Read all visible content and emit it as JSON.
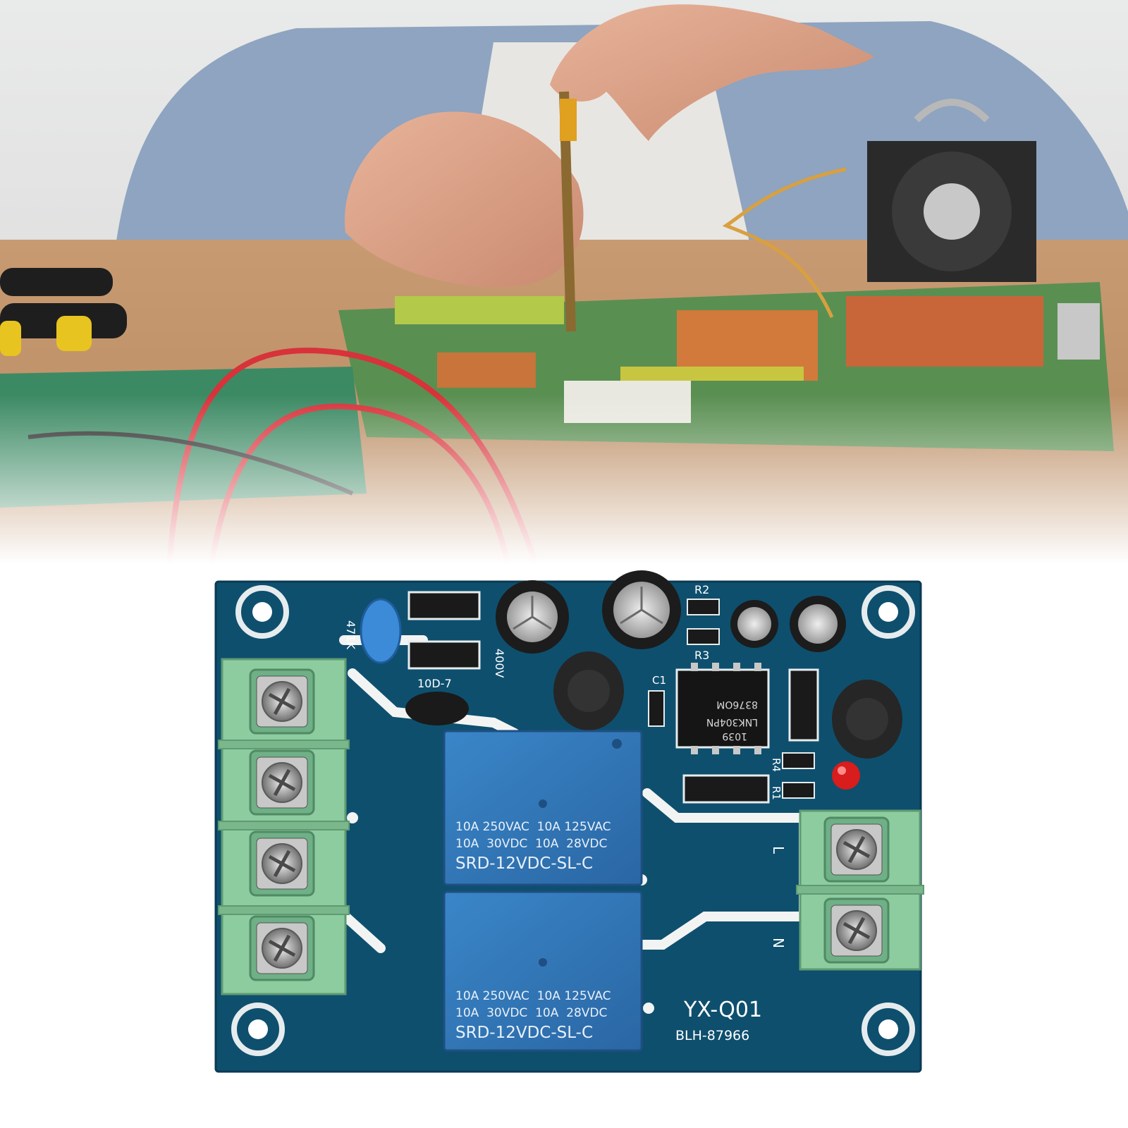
{
  "board": {
    "model": "YX-Q01",
    "code": "BLH-87966",
    "terminal_left": "L",
    "terminal_right": "N",
    "varistor": "471K",
    "cap_voltage": "400V",
    "diode": "10D-7",
    "ic_lines": [
      "1039",
      "LNK304PN",
      "8376OM"
    ],
    "resistors": {
      "r1": "R1",
      "r2": "R2",
      "r3": "R3",
      "r4": "R4",
      "c1": "C1"
    },
    "relay_top": {
      "line1": "10A 250VAC  10A 125VAC",
      "line2": "10A  30VDC  10A  28VDC",
      "line3": "SRD-12VDC-SL-C"
    },
    "relay_bottom": {
      "line1": "10A 250VAC  10A 125VAC",
      "line2": "10A  30VDC  10A  28VDC",
      "line3": "SRD-12VDC-SL-C"
    }
  },
  "colors": {
    "pcb": "#0e4f6e",
    "relay": "#2f78b8",
    "terminal": "#8ccc9e",
    "led": "#d91c1c"
  }
}
